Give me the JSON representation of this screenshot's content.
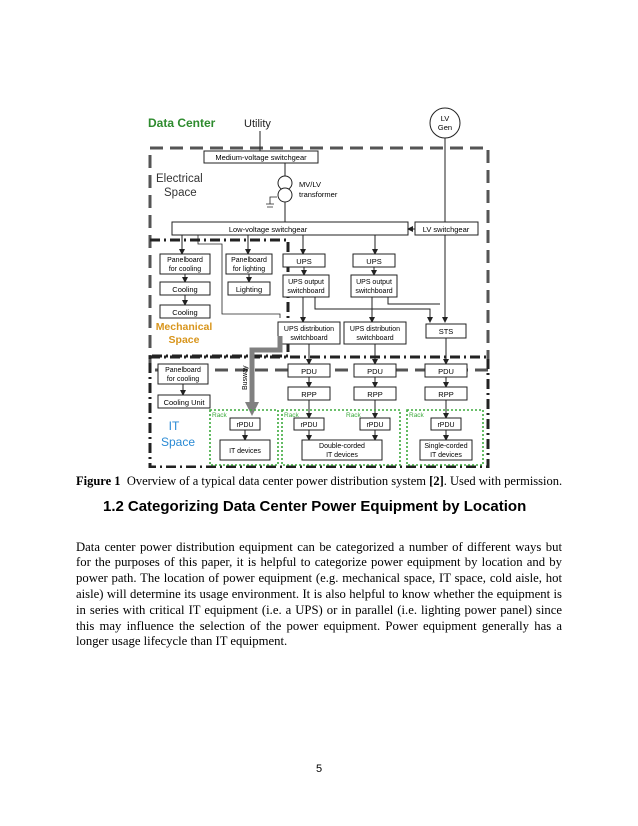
{
  "diagram": {
    "title": "Data Center",
    "utility": "Utility",
    "lv_gen": [
      "LV",
      "Gen"
    ],
    "electrical_space": [
      "Electrical",
      "Space"
    ],
    "mv_switchgear": "Medium-voltage switchgear",
    "transformer": [
      "MV/LV",
      "transformer"
    ],
    "lv_switchgear_main": "Low-voltage switchgear",
    "lv_switchgear_gen": "LV switchgear",
    "panelboard_cooling": [
      "Panelboard",
      "for cooling"
    ],
    "panelboard_lighting": [
      "Panelboard",
      "for lighting"
    ],
    "ups": "UPS",
    "cooling": "Cooling",
    "lighting": "Lighting",
    "ups_output": [
      "UPS output",
      "switchboard"
    ],
    "mechanical_space": [
      "Mechanical",
      "Space"
    ],
    "ups_distribution": [
      "UPS distribution",
      "switchboard"
    ],
    "sts": "STS",
    "panelboard_cooling_2": [
      "Panelboard",
      "for cooling"
    ],
    "busway": "Busway",
    "pdu": "PDU",
    "cooling_unit": "Cooling Unit",
    "rpp": "RPP",
    "it_space": [
      "IT",
      "Space"
    ],
    "rack": "Rack",
    "rpdu": "rPDU",
    "it_devices": "IT devices",
    "double_corded": [
      "Double-corded",
      "IT devices"
    ],
    "single_corded": [
      "Single-corded",
      "IT devices"
    ],
    "colors": {
      "title_green": "#2e8b2e",
      "mech_orange": "#d8951c",
      "it_blue": "#2a8ad4",
      "rack_green": "#3caa3c",
      "busway_gray": "#808080"
    }
  },
  "caption": {
    "label": "Figure 1",
    "text_before": "Overview of a typical data center power distribution system ",
    "ref": "[2]",
    "text_after": ". Used with permission."
  },
  "heading": {
    "number": "1.2",
    "title": "Categorizing Data Center Power Equipment by Location"
  },
  "paragraph": "Data center power distribution equipment can be categorized a number of different ways but for the purposes of this paper, it is helpful to categorize power equipment by location and by power path. The location of power equipment (e.g. mechanical space, IT space, cold aisle, hot aisle) will determine its usage environment. It is also helpful to know whether the equipment is in series with critical IT equipment (i.e. a UPS) or in parallel (i.e. lighting power panel) since this may influence the selection of the power equipment. Power equipment generally has a longer usage lifecycle than IT equipment.",
  "page_number": "5"
}
